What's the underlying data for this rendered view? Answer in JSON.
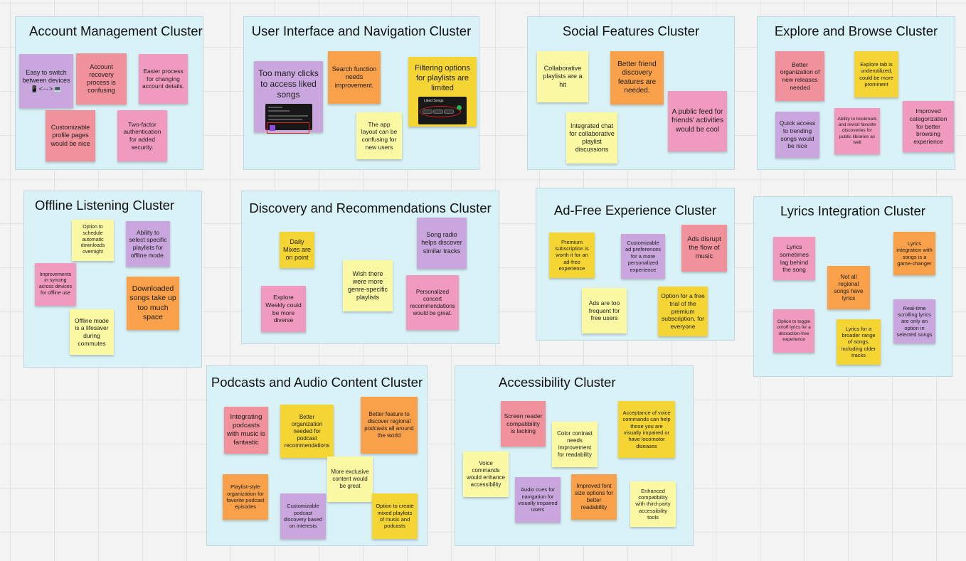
{
  "clusters": {
    "account": {
      "title": "Account Management Cluster",
      "notes": [
        "Easy to switch between devices",
        "Account recovery process is confusing",
        "Easier process for changing account details.",
        "Customizable profile pages would be nice",
        "Two-factor authentication for added security."
      ],
      "device_glyph": "📱<-->💻"
    },
    "ui": {
      "title": "User Interface and Navigation Cluster",
      "notes": [
        "Too many clicks to access liked songs",
        "Search function needs improvement.",
        "Filtering options for playlists are limited",
        "The app layout can be confusing for new users"
      ],
      "screenshot_labels": [
        "Liked Songs"
      ]
    },
    "social": {
      "title": "Social Features Cluster",
      "notes": [
        "Collaborative playlists are a hit",
        "Better friend discovery features are needed.",
        "Integrated chat for collaborative playlist discussions",
        "A public feed for friends' activities would be cool"
      ]
    },
    "explore": {
      "title": "Explore and Browse Cluster",
      "notes": [
        "Better organization of new releases needed",
        "Explore tab is underutilized, could be more prominent",
        "Quick access to trending songs would be nice",
        "Ability to bookmark and revisit favorite discoveries for public libraries as well",
        "Improved categorization for better browsing experience"
      ]
    },
    "offline": {
      "title": "Offline Listening Cluster",
      "notes": [
        "Option to schedule automatic downloads overnight",
        "Ability to select specific playlists for offline mode.",
        "Improvements in syncing across devices for offline use",
        "Downloaded songs take up too much space",
        "Offline mode is a lifesaver during commutes"
      ]
    },
    "discovery": {
      "title": "Discovery and Recommendations Cluster",
      "notes": [
        "Daily Mixes are on point",
        "Song radio helps discover similar tracks",
        "Wish there were more genre-specific playlists",
        "Explore Weekly could be more diverse",
        "Personalized concert recommendations would be great."
      ]
    },
    "adfree": {
      "title": "Ad-Free Experience Cluster",
      "notes": [
        "Premium subscription is worth it for an ad-free experience",
        "Customizable ad preferences for a more personalized experience",
        "Ads disrupt the flow of music",
        "Ads are too frequent for free users",
        "Option for a free trial of the premium subscription, for everyone"
      ]
    },
    "lyrics": {
      "title": "Lyrics Integration Cluster",
      "notes": [
        "Lyrics sometimes lag behind the song",
        "Lyrics integration with songs is a game-changer",
        "Not all regional songs have lyrics",
        "Option to toggle on/off lyrics for a distraction-free experience",
        "Lyrics for a broader range of songs, including older tracks",
        "Real-time scrolling lyrics are only an option in selected songs"
      ]
    },
    "podcasts": {
      "title": "Podcasts and Audio Content Cluster",
      "notes": [
        "Integrating podcasts with music is fantastic",
        "Better organization needed for podcast recommendations",
        "Better feature to discover regional podcasts all around the world",
        "More exclusive content would be great",
        "Playlist-style organization for favorite podcast episodes",
        "Customizable podcast discovery based on interests",
        "Option to create mixed playlists of music and podcasts"
      ]
    },
    "accessibility": {
      "title": "Accessibility Cluster",
      "notes": [
        "Screen reader compatibility is lacking",
        "Color contrast needs improvement for readability",
        "Acceptance of voice commands can help those you are visually impaired or have locomotor diseases",
        "Voice commands would enhance accessibility",
        "Audio cues for navigation for visually impaired users",
        "Improved font size options for better readability",
        "Enhanced compatibility with third-party accessibility tools"
      ]
    }
  },
  "colors": {
    "cluster_bg": "#d9f2f7",
    "yellow": "#fbf9a3",
    "orange": "#f8a04a",
    "pink": "#f19abf",
    "purple": "#c9a6dd",
    "salmon": "#f1919b",
    "gold": "#f4d534"
  }
}
